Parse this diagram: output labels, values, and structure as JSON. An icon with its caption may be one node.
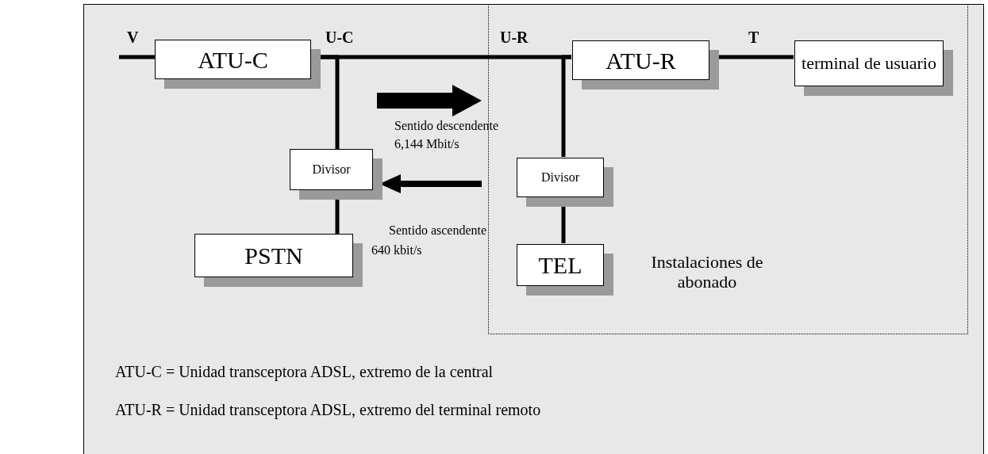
{
  "diagram": {
    "nodes": [
      {
        "text": [
          "ATU-C"
        ]
      },
      {
        "text": [
          "Divisor"
        ]
      },
      {
        "text": [
          "PSTN"
        ]
      },
      {
        "text": [
          "Instalaciones de abonado"
        ]
      },
      {
        "text": [
          "ATU-R"
        ],
        "in": 3
      },
      {
        "text": [
          "terminal de usuario"
        ],
        "in": 3
      },
      {
        "text": [
          "Divisor"
        ],
        "in": 3
      },
      {
        "text": [
          "TEL"
        ],
        "in": 3
      }
    ],
    "edges": [
      {
        "from": null,
        "to": 0,
        "arrow": "none"
      },
      {
        "from": 0,
        "to": 4,
        "arrow": "none"
      },
      {
        "from": 0,
        "to": 1,
        "arrow": "none"
      },
      {
        "from": 1,
        "to": 2,
        "arrow": "none"
      },
      {
        "from": 4,
        "to": 6,
        "arrow": "none"
      },
      {
        "from": 6,
        "to": 7,
        "arrow": "none"
      },
      {
        "from": 4,
        "to": 5,
        "arrow": "none"
      }
    ],
    "labels": [
      "V",
      "U-C",
      "U-R",
      "T",
      "Sentido descendente",
      "6,144 Mbit/s",
      "Sentido ascendente",
      "640 kbit/s",
      "ATU-C = Unidad transceptora ADSL, extremo de la central",
      "ATU-R = Unidad transceptora ADSL, extremo del terminal remoto"
    ]
  }
}
